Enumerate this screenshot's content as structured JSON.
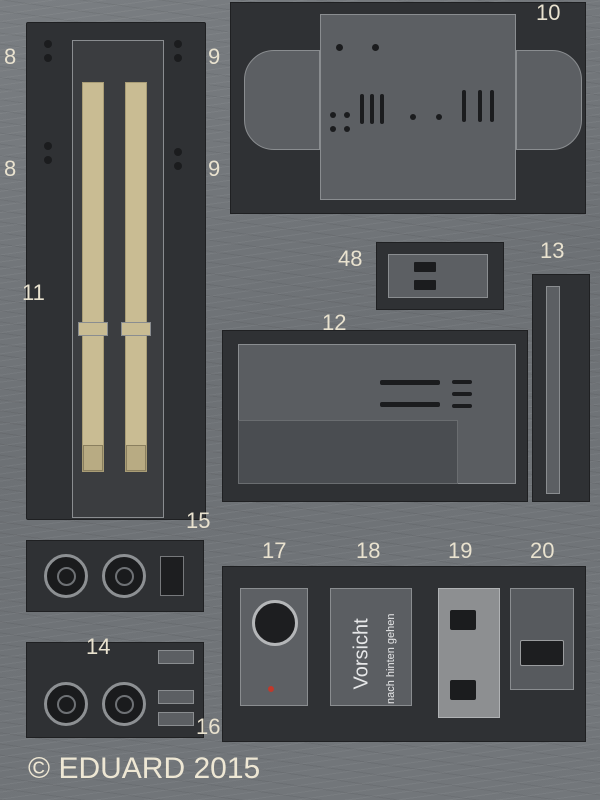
{
  "part_numbers": {
    "n10": "10",
    "n8a": "8",
    "n9a": "9",
    "n8b": "8",
    "n9b": "9",
    "n48": "48",
    "n13": "13",
    "n11": "11",
    "n12": "12",
    "n15": "15",
    "n17": "17",
    "n18": "18",
    "n19": "19",
    "n20": "20",
    "n14": "14",
    "n16": "16"
  },
  "placard": {
    "title": "Vorsicht",
    "subtitle": "nach hinten gehen"
  },
  "copyright": "© EDUARD 2015",
  "colors": {
    "metal": "#6f7377",
    "fret": "#2f3134",
    "strap": "#c9bc93",
    "labels": "#e9e2cf"
  }
}
